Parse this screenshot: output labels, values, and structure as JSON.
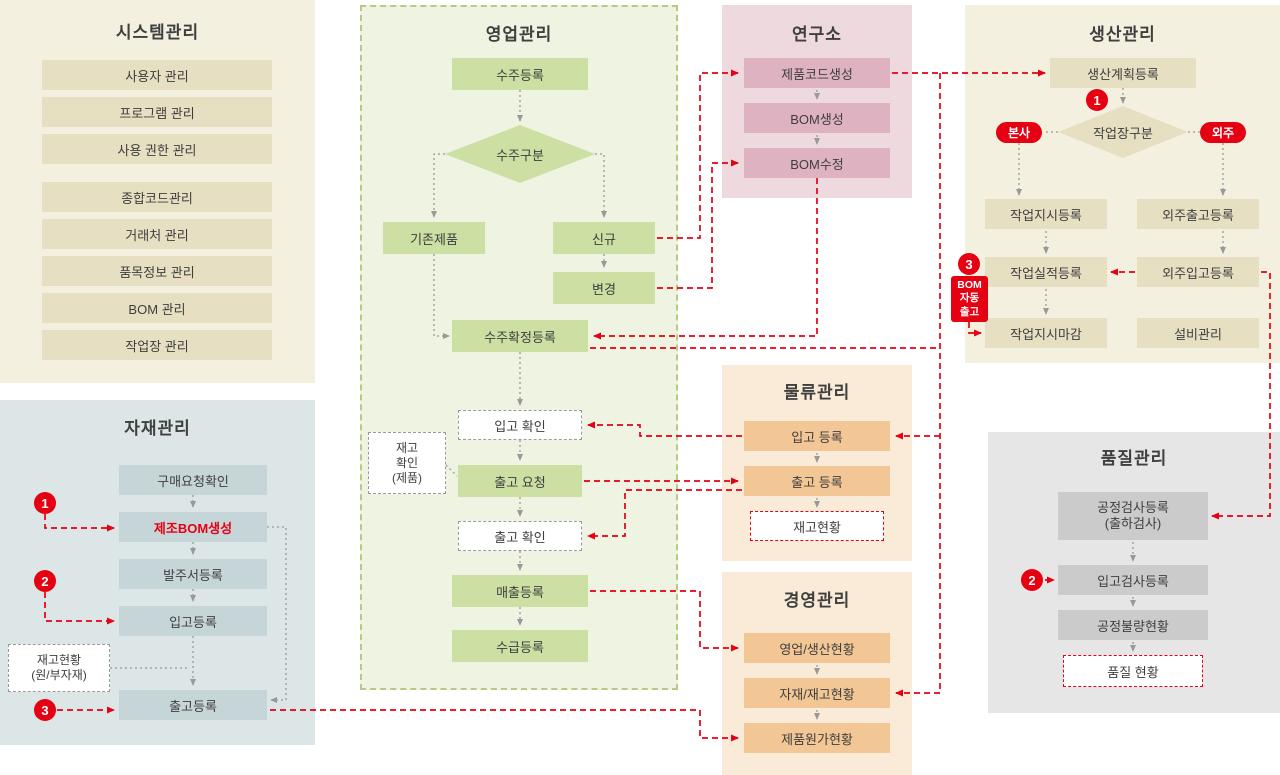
{
  "colors": {
    "red": "#e50012",
    "beige_panel": "#f4f0e0",
    "beige_box": "#e6dfc1",
    "teal_panel": "#dde6e7",
    "teal_box": "#c6d6d8",
    "green_panel": "#eff3e1",
    "green_box": "#cbe0a2",
    "green_border": "#b7c983",
    "pink_panel": "#eed9df",
    "pink_box": "#dfb2c2",
    "orange_panel": "#f9ebd8",
    "orange_box": "#f3c795",
    "gray_panel": "#e6e6e6",
    "gray_box": "#cbcbcb"
  },
  "system": {
    "title": "시스템관리",
    "items": [
      "사용자 관리",
      "프로그램 관리",
      "사용 권한 관리",
      "종합코드관리",
      "거래처 관리",
      "품목정보 관리",
      "BOM 관리",
      "작업장 관리"
    ]
  },
  "material": {
    "title": "자재관리",
    "purchase_request": "구매요청확인",
    "bom_create": "제조BOM생성",
    "order_form": "발주서등록",
    "inbound": "입고등록",
    "outbound": "출고등록",
    "stock_note_line1": "재고현황",
    "stock_note_line2": "(원/부자재)",
    "badge1": "1",
    "badge2": "2",
    "badge3": "3"
  },
  "sales": {
    "title": "영업관리",
    "order_reg": "수주등록",
    "order_type": "수주구분",
    "existing": "기존제품",
    "new": "신규",
    "change": "변경",
    "order_confirm": "수주확정등록",
    "inbound_check": "입고 확인",
    "stock_check_1": "재고",
    "stock_check_2": "확인",
    "stock_check_3": "(제품)",
    "outbound_request": "출고 요청",
    "outbound_check": "출고 확인",
    "sales_reg": "매출등록",
    "supply_reg": "수급등록"
  },
  "lab": {
    "title": "연구소",
    "items": [
      "제품코드생성",
      "BOM생성",
      "BOM수정"
    ]
  },
  "logistics": {
    "title": "물류관리",
    "inbound": "입고 등록",
    "outbound": "출고 등록",
    "stock": "재고현황"
  },
  "management": {
    "title": "경영관리",
    "items": [
      "영업/생산현황",
      "자재/재고현황",
      "제품원가현황"
    ]
  },
  "production": {
    "title": "생산관리",
    "plan": "생산계획등록",
    "badge1": "1",
    "work_type": "작업장구분",
    "inhouse": "본사",
    "outsource": "외주",
    "work_order": "작업지시등록",
    "out_ship": "외주출고등록",
    "work_result": "작업실적등록",
    "out_receive": "외주입고등록",
    "work_close": "작업지시마감",
    "equipment": "설비관리",
    "badge3": "3",
    "bom_auto_1": "BOM",
    "bom_auto_2": "자동",
    "bom_auto_3": "출고"
  },
  "quality": {
    "title": "품질관리",
    "process_inspect_1": "공정검사등록",
    "process_inspect_2": "(출하검사)",
    "badge2": "2",
    "inbound_inspect": "입고검사등록",
    "defect_status": "공정불량현황",
    "quality_status": "품질 현황"
  }
}
